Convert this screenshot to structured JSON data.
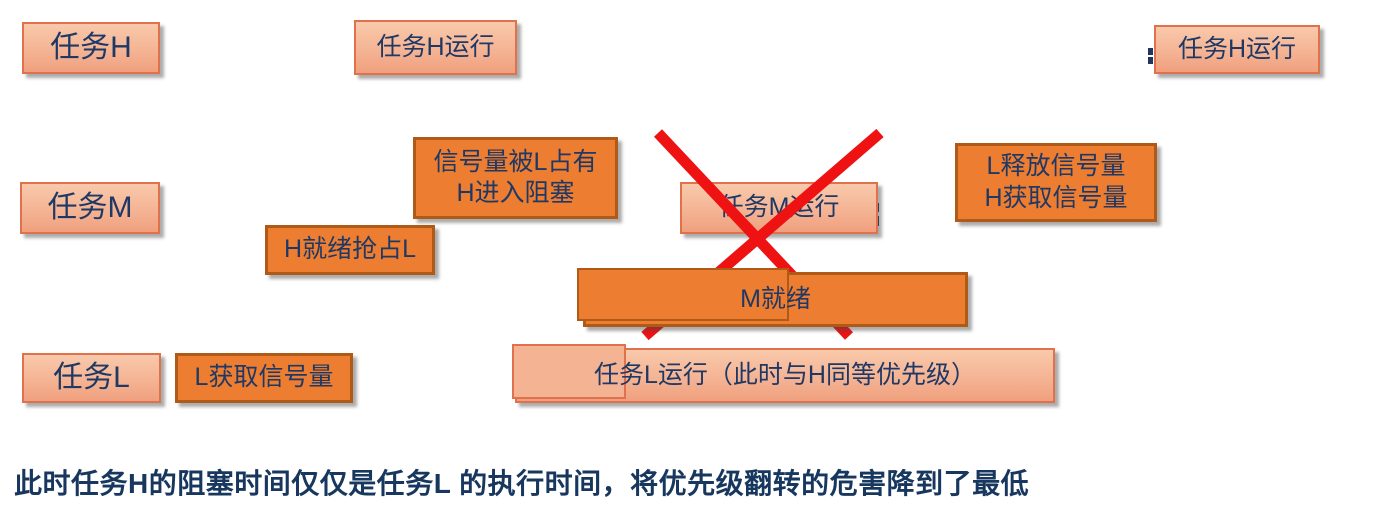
{
  "lanes": {
    "h": {
      "label": "任务H"
    },
    "m": {
      "label": "任务M"
    },
    "l": {
      "label": "任务L"
    }
  },
  "events": {
    "h_run_mid": {
      "label": "任务H运行"
    },
    "h_run_right": {
      "label": "任务H运行"
    },
    "sem_held": {
      "line1": "信号量被L占有",
      "line2": "H进入阻塞"
    },
    "h_ready": {
      "label": "H就绪抢占L"
    },
    "m_run": {
      "label": "任务M运行"
    },
    "m_ready": {
      "label": "M就绪"
    },
    "sem_release": {
      "line1": "L释放信号量",
      "line2": "H获取信号量"
    },
    "l_acquire": {
      "label": "L获取信号量"
    },
    "l_run": {
      "label": "任务L运行（此时与H同等优先级）"
    }
  },
  "caption": "此时任务H的阻塞时间仅仅是任务L 的执行时间，将优先级翻转的危害降到了最低",
  "colors": {
    "background": "#FFFFFF",
    "box_light_fill_top": "#F9C9AB",
    "box_light_fill_bottom": "#F0A07E",
    "box_light_border": "#E0714D",
    "box_dark_fill": "#ED7D31",
    "box_dark_border": "#B05A18",
    "box_text": "#1F3864",
    "caption_text": "#17375E",
    "cross_red": "#EE1212"
  }
}
